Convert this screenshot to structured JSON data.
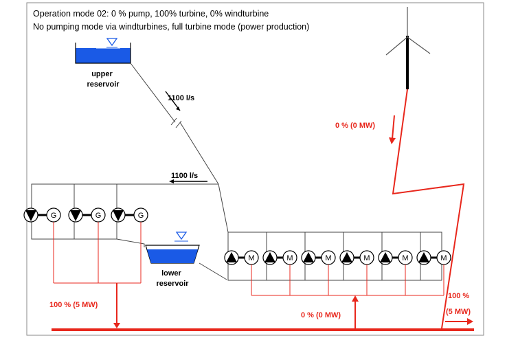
{
  "header": {
    "line1": "Operation mode 02: 0 % pump, 100% turbine, 0% windturbine",
    "line2": "No pumping mode via windturbines, full turbine mode (power production)"
  },
  "reservoirs": {
    "upper": [
      "upper",
      "reservoir"
    ],
    "lower": [
      "lower",
      "reservoir"
    ]
  },
  "flows": {
    "penstock": "1100 l/s",
    "return": "1100 l/s"
  },
  "power": {
    "wind": "0 % (0 MW)",
    "turbines": "100 % (5 MW)",
    "pumps": "0 % (0 MW)",
    "output_pct": "100 %",
    "output_mw": "(5 MW)"
  },
  "machines": {
    "generator_symbol": "G",
    "motor_symbol": "M"
  },
  "colors": {
    "power_line": "#e8271c",
    "water": "#1f4fd8",
    "diagram_line": "#444444"
  }
}
